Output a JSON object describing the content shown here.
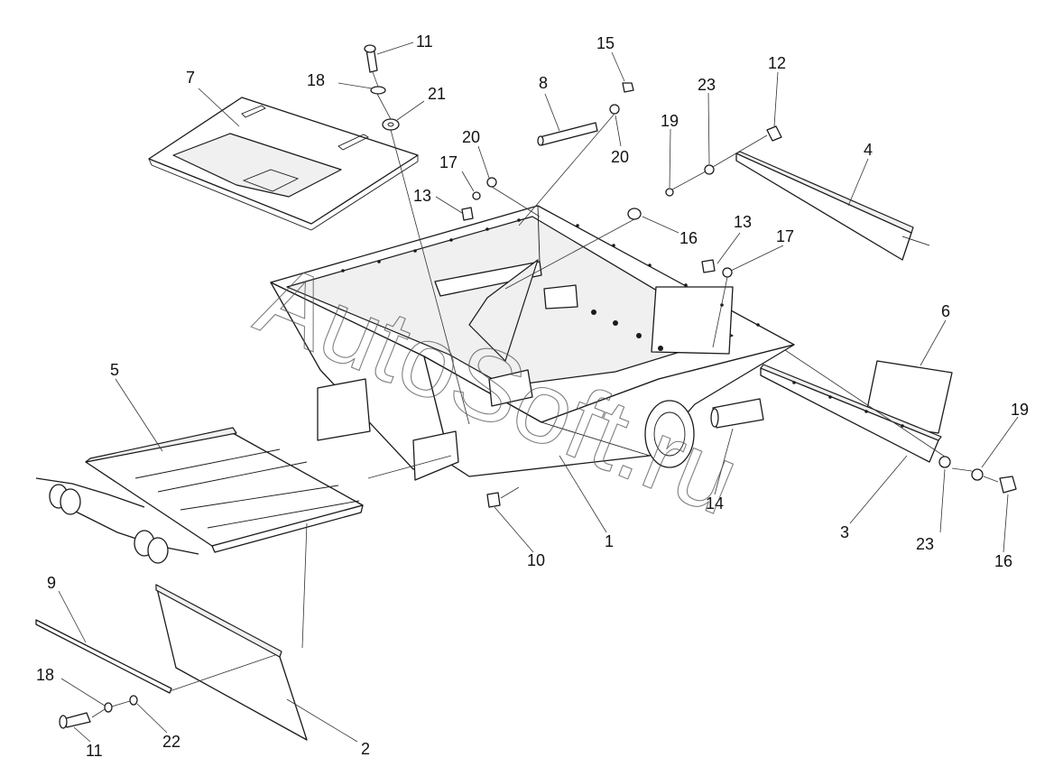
{
  "watermark": "AutoSoft.ru",
  "callouts": [
    {
      "label": "11"
    },
    {
      "label": "18"
    },
    {
      "label": "21"
    },
    {
      "label": "7"
    },
    {
      "label": "15"
    },
    {
      "label": "8"
    },
    {
      "label": "20"
    },
    {
      "label": "20"
    },
    {
      "label": "17"
    },
    {
      "label": "13"
    },
    {
      "label": "19"
    },
    {
      "label": "23"
    },
    {
      "label": "12"
    },
    {
      "label": "4"
    },
    {
      "label": "16"
    },
    {
      "label": "13"
    },
    {
      "label": "17"
    },
    {
      "label": "6"
    },
    {
      "label": "5"
    },
    {
      "label": "1"
    },
    {
      "label": "10"
    },
    {
      "label": "14"
    },
    {
      "label": "3"
    },
    {
      "label": "19"
    },
    {
      "label": "23"
    },
    {
      "label": "16"
    },
    {
      "label": "9"
    },
    {
      "label": "18"
    },
    {
      "label": "22"
    },
    {
      "label": "11"
    },
    {
      "label": "2"
    }
  ]
}
